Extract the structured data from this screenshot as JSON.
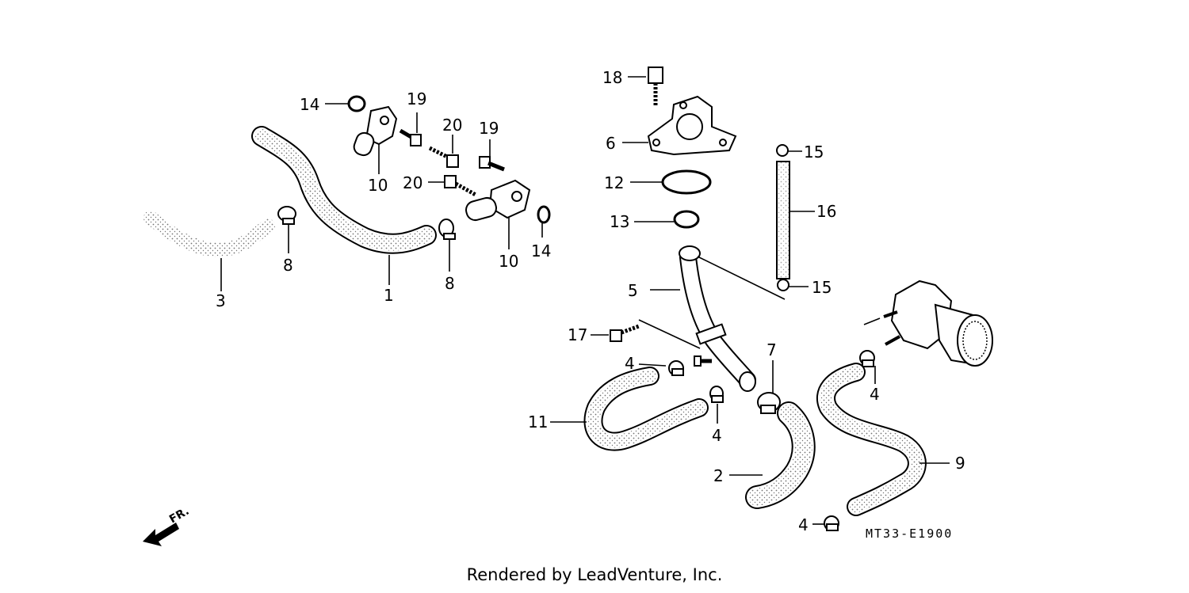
{
  "diagram": {
    "callouts": [
      {
        "id": "c1",
        "text": "1"
      },
      {
        "id": "c2",
        "text": "2"
      },
      {
        "id": "c3",
        "text": "3"
      },
      {
        "id": "c4a",
        "text": "4"
      },
      {
        "id": "c4b",
        "text": "4"
      },
      {
        "id": "c4c",
        "text": "4"
      },
      {
        "id": "c4d",
        "text": "4"
      },
      {
        "id": "c5",
        "text": "5"
      },
      {
        "id": "c6",
        "text": "6"
      },
      {
        "id": "c7",
        "text": "7"
      },
      {
        "id": "c8a",
        "text": "8"
      },
      {
        "id": "c8b",
        "text": "8"
      },
      {
        "id": "c9",
        "text": "9"
      },
      {
        "id": "c10a",
        "text": "10"
      },
      {
        "id": "c10b",
        "text": "10"
      },
      {
        "id": "c11",
        "text": "11"
      },
      {
        "id": "c12",
        "text": "12"
      },
      {
        "id": "c13",
        "text": "13"
      },
      {
        "id": "c14a",
        "text": "14"
      },
      {
        "id": "c14b",
        "text": "14"
      },
      {
        "id": "c15a",
        "text": "15"
      },
      {
        "id": "c15b",
        "text": "15"
      },
      {
        "id": "c16",
        "text": "16"
      },
      {
        "id": "c17",
        "text": "17"
      },
      {
        "id": "c18",
        "text": "18"
      },
      {
        "id": "c19a",
        "text": "19"
      },
      {
        "id": "c19b",
        "text": "19"
      },
      {
        "id": "c20a",
        "text": "20"
      },
      {
        "id": "c20b",
        "text": "20"
      }
    ],
    "diagram_code": "MT33-E1900",
    "front_label": "FR.",
    "credit": "Rendered by LeadVenture, Inc."
  }
}
